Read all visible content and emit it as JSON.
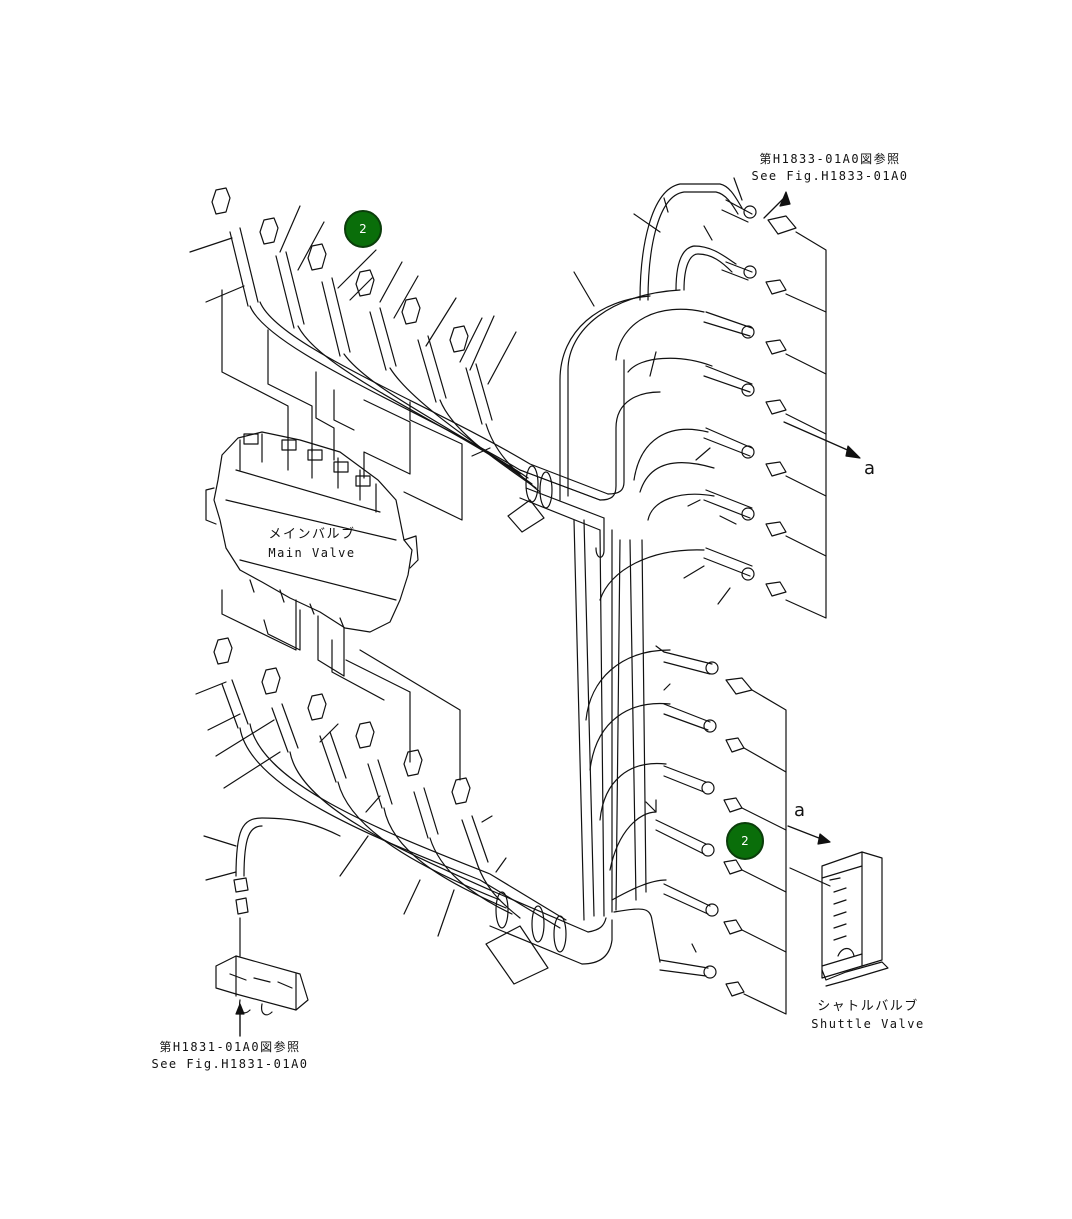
{
  "labels": {
    "ref_top_jp": "第H1833-01A0図参照",
    "ref_top_en": "See Fig.H1833-01A0",
    "main_valve_jp": "メインバルブ",
    "main_valve_en": "Main Valve",
    "shuttle_valve_jp": "シャトルバルブ",
    "shuttle_valve_en": "Shuttle Valve",
    "ref_bottom_jp": "第H1831-01A0図参照",
    "ref_bottom_en": "See Fig.H1831-01A0"
  },
  "arrows": {
    "a_right": "a",
    "a_lower": "a"
  },
  "callouts": [
    {
      "number": "2"
    },
    {
      "number": "2"
    }
  ],
  "colors": {
    "callout_fill": "#0a6e0a",
    "line": "#111111"
  }
}
